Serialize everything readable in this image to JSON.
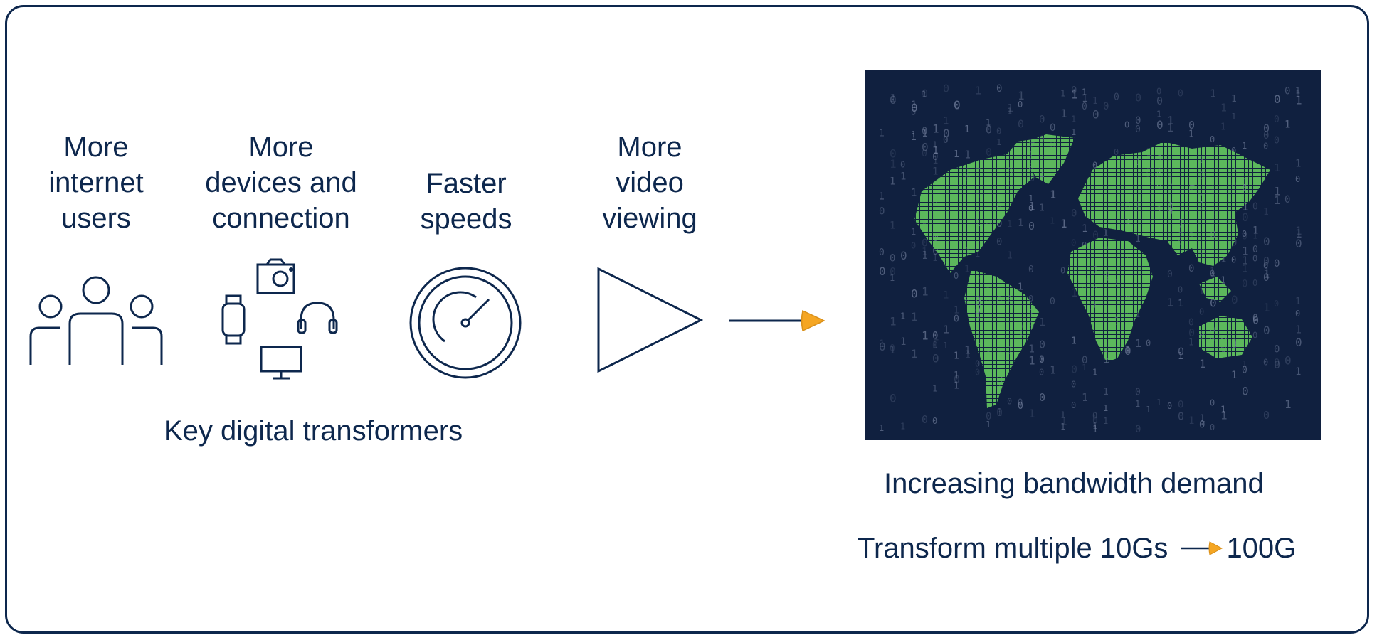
{
  "colors": {
    "navy": "#0d274d",
    "accent": "#f5a623",
    "map_bg": "#10203f",
    "land": "#5cb85c"
  },
  "transformers": [
    {
      "label": "More\ninternet\nusers",
      "icon": "users-icon"
    },
    {
      "label": "More\ndevices and\nconnection",
      "icon": "devices-icon"
    },
    {
      "label": "Faster\nspeeds",
      "icon": "speedometer-icon"
    },
    {
      "label": "More\nvideo\nviewing",
      "icon": "play-icon"
    }
  ],
  "transformers_caption": "Key digital transformers",
  "arrow_icon": "arrow-right-icon",
  "map_icon": "world-map-icon",
  "demand_caption": "Increasing bandwidth demand",
  "transform": {
    "from": "Transform multiple 10Gs",
    "to": "100G"
  }
}
